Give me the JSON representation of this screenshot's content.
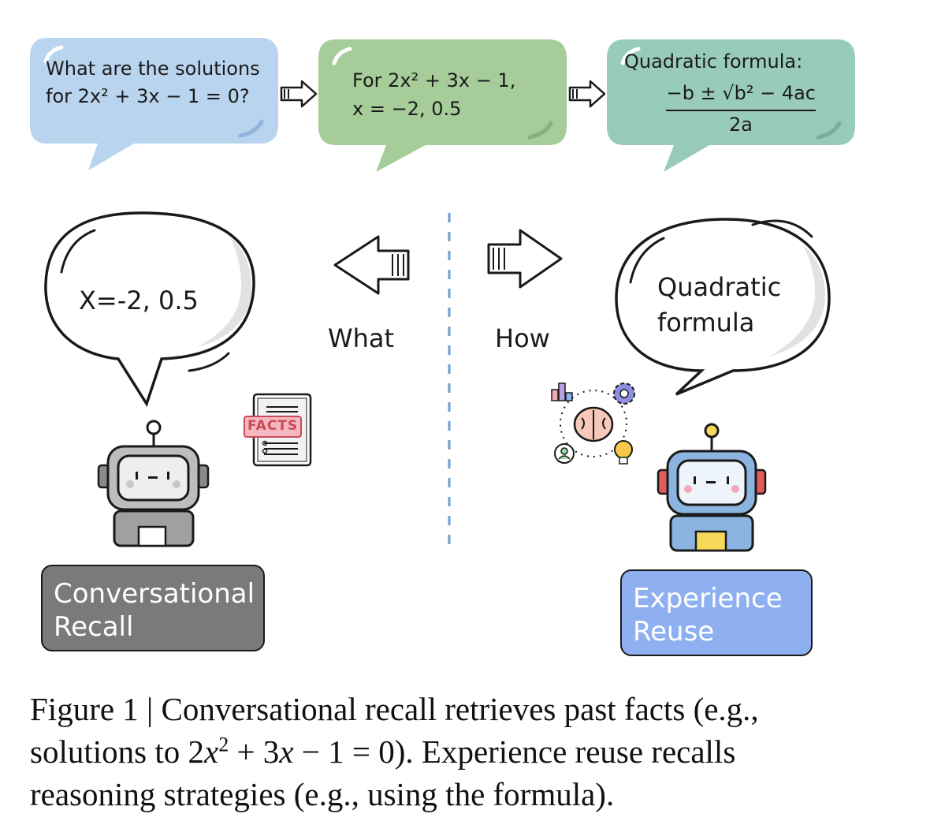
{
  "top_bubbles": {
    "question": "What are the solutions for 2x² + 3x − 1 = 0?",
    "answer_line1": "For 2x² + 3x − 1,",
    "answer_line2": "x = −2, 0.5",
    "formula_title": "Quadratic formula:",
    "formula_numerator": "−b ± √b² − 4ac",
    "formula_denominator": "2a"
  },
  "colors": {
    "question_bubble": "#b9d4ee",
    "answer_bubble": "#a6cc99",
    "formula_bubble": "#99cbbb",
    "recall_tag": "#7a7a7a",
    "reuse_tag": "#8fb0f0",
    "facts_label": "#c94a58"
  },
  "left_panel": {
    "bubble_text": "X=-2, 0.5",
    "arrow_label": "What",
    "facts_label": "FACTS",
    "tag_line1": "Conversational",
    "tag_line2": "Recall"
  },
  "right_panel": {
    "bubble_line1": "Quadratic",
    "bubble_line2": "formula",
    "arrow_label": "How",
    "tag_line1": "Experience",
    "tag_line2": "Reuse"
  },
  "caption": {
    "prefix": "Figure 1 | Conversational recall retrieves past facts (e.g.,",
    "line2_start": "solutions to 2",
    "var_x": "x",
    "exponent": "2",
    "line2_mid": " + 3",
    "line2_end": " − 1 = 0). Experience reuse recalls",
    "line3": "reasoning strategies (e.g., using the formula)."
  }
}
